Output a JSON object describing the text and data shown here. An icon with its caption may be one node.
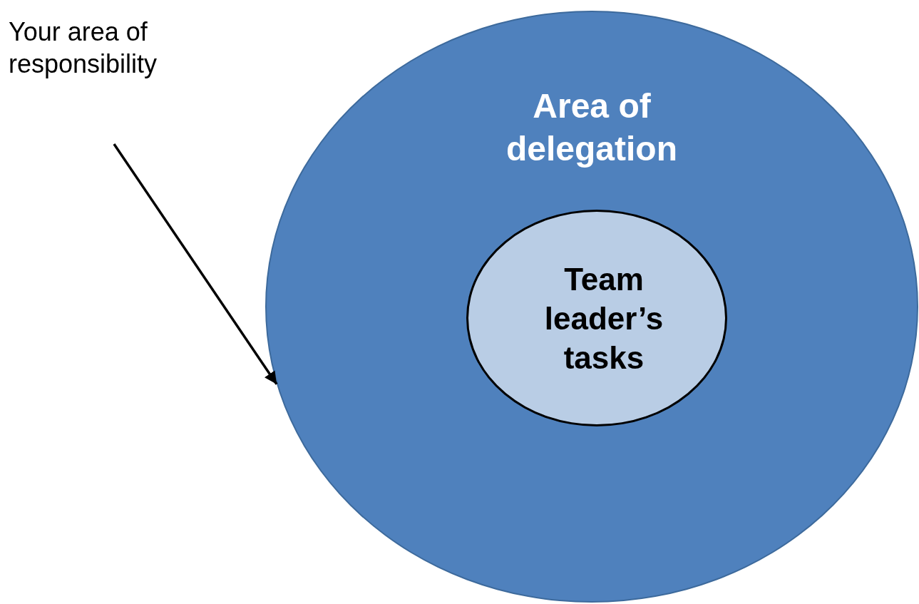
{
  "diagram": {
    "nodes": [
      {
        "text": [
          "Your area of responsibility"
        ]
      },
      {
        "text": [
          "Area of delegation"
        ]
      },
      {
        "text": [
          "Team leader’s tasks"
        ],
        "in": 1
      }
    ],
    "edges": [
      {
        "from": 0,
        "to": 1,
        "arrow": "to"
      }
    ]
  }
}
